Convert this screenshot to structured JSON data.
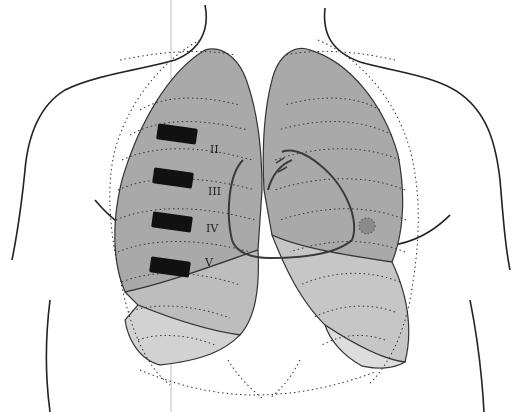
{
  "figure": {
    "rib_labels": [
      "II",
      "III",
      "IV",
      "V"
    ]
  },
  "colors": {
    "upper_lobe": "#a9a9a9",
    "middle_lobe": "#bdbdbd",
    "lower_lobe": "#d2d2d2",
    "outline": "#333333",
    "heart": "#3a3a3a",
    "marker": "#111111"
  }
}
